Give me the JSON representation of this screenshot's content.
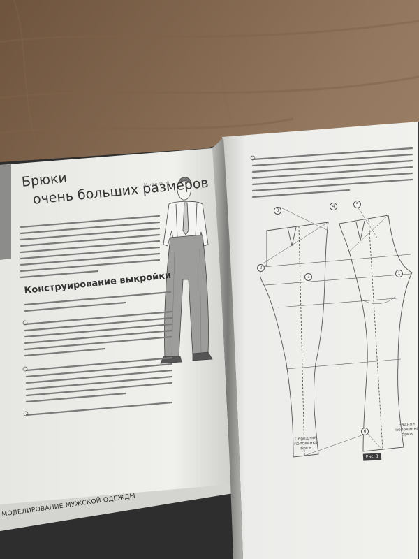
{
  "book": {
    "title_line1": "Брюки",
    "title_line2": "очень больших размеров",
    "model_label": "Модель 6",
    "section_heading": "Конструирование выкройки",
    "footer_text": "МОДЕЛИРОВАНИЕ МУЖСКОЙ ОДЕЖДЫ"
  },
  "pattern": {
    "figure_label": "Рис. 1",
    "front_label": "Передняя половинка брюк",
    "back_label": "Задняя половинка брюк",
    "markers": [
      "1",
      "2",
      "3",
      "4",
      "5",
      "6",
      "7"
    ]
  },
  "colors": {
    "table": "#8a6e55",
    "page": "#f2f2ef",
    "pattern_line": "#555555",
    "binding_shadow": "#2e2e2e"
  }
}
